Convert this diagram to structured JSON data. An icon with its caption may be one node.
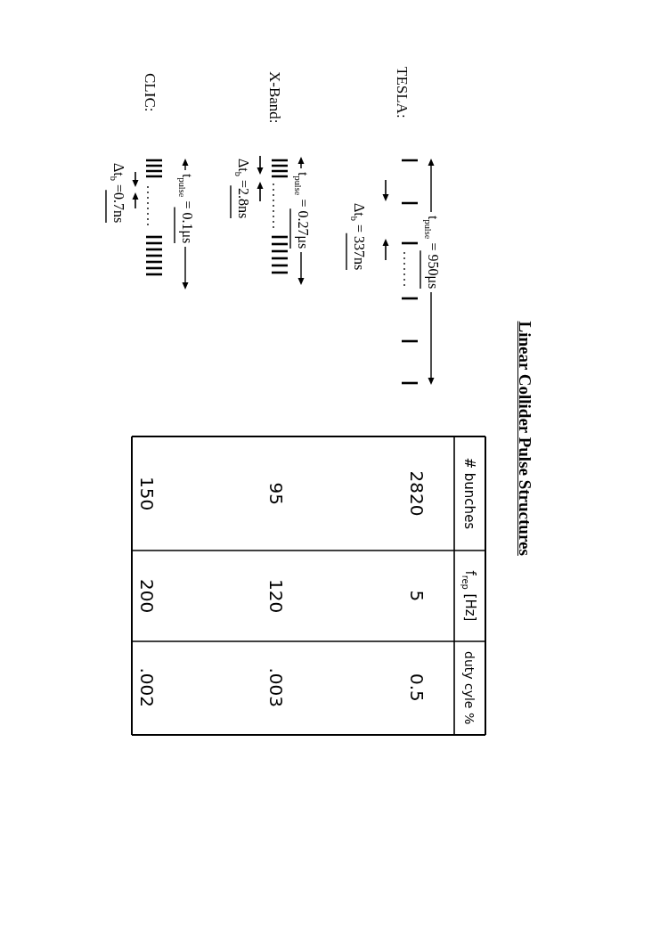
{
  "diagram": {
    "title": "Linear Collider Pulse Structures",
    "labels": [
      "TESLA:",
      "t$_{pulse}$ = 950μs",
      "Δt$_{b}$ = 337ns",
      "X-Band:",
      "t$_{pulse}$ = 0.27μs",
      "Δt$_{b}$ =2.8ns",
      "CLIC:",
      "t$_{pulse}$ = 0.1μs",
      "Δt$_{b}$ =0.7ns",
      "# bunches",
      "f$_{rep}$ [Hz]",
      "duty cyle %",
      "2820",
      "5",
      "0.5",
      "95",
      "120",
      ".003",
      "150",
      "200",
      ".002"
    ]
  }
}
